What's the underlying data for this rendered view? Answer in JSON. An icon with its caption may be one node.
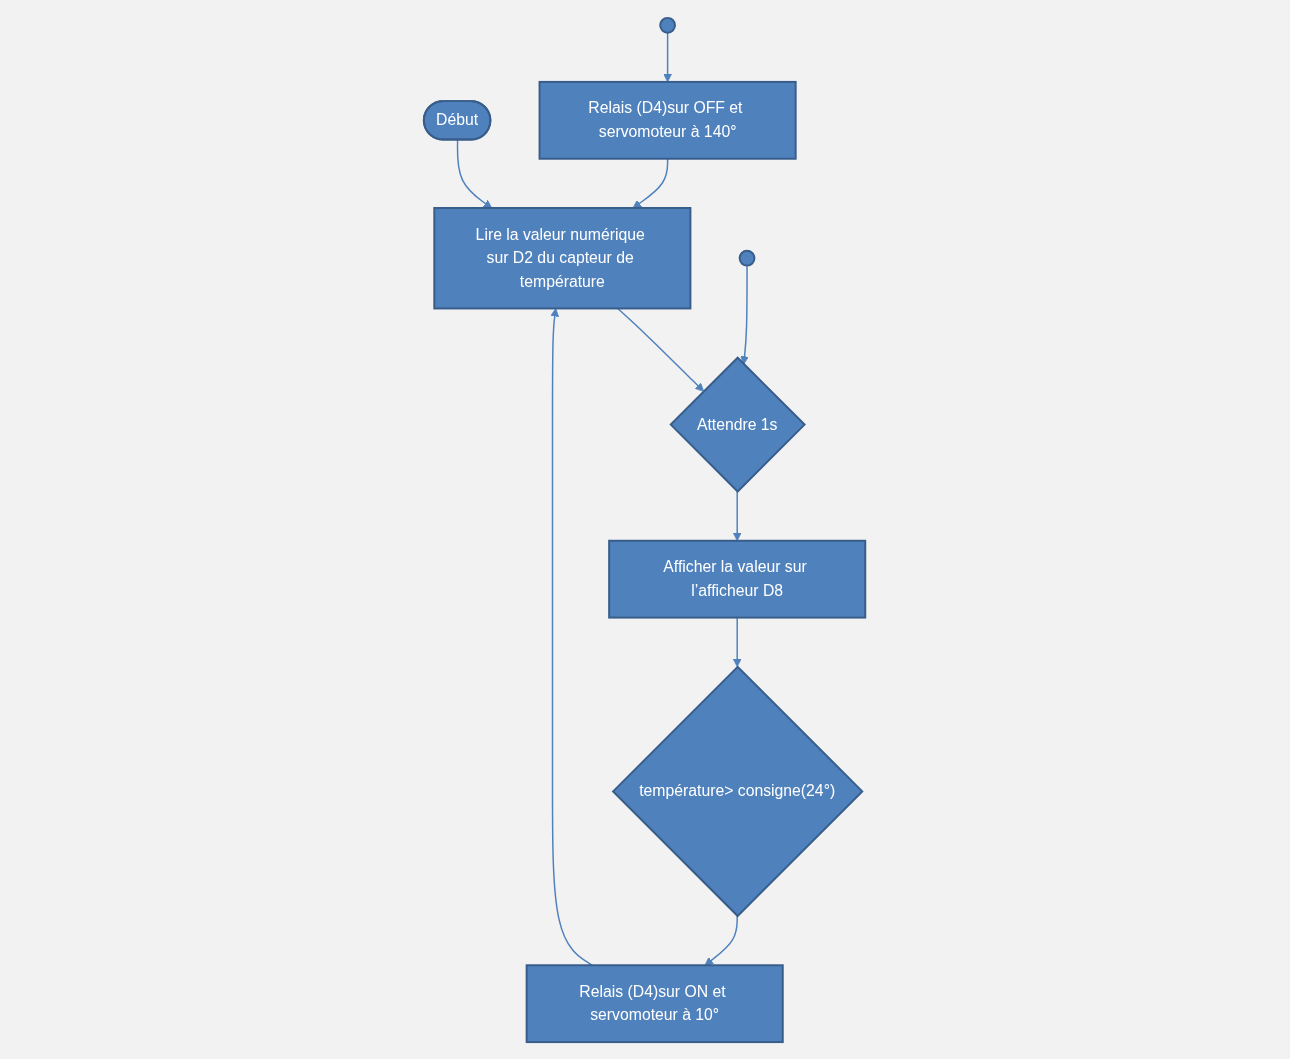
{
  "diagram": {
    "nodes": [
      {
        "text": [
          "Début"
        ]
      },
      {
        "text": [
          "Lire la valeur numérique sur D2 du capteur de température"
        ]
      },
      {
        "text": [
          "Attendre 1s"
        ]
      },
      {
        "text": [],
        "shape": "circle"
      },
      {
        "text": [
          "Afficher la valeur sur l’afficheur D8"
        ]
      },
      {
        "text": [
          "température> consigne(24°)"
        ]
      },
      {
        "text": [],
        "shape": "circle"
      },
      {
        "text": [
          "Relais (D4)sur OFF et servomoteur à 140°"
        ]
      },
      {
        "text": [
          "Relais (D4)sur ON et servomoteur à 10°"
        ]
      }
    ],
    "edges": [
      {
        "from": 0,
        "to": 1,
        "arrow": "to"
      },
      {
        "from": 1,
        "to": 2,
        "arrow": "to"
      },
      {
        "from": 3,
        "to": 2,
        "arrow": "to"
      },
      {
        "from": 2,
        "to": 4,
        "arrow": "to"
      },
      {
        "from": 4,
        "to": 5,
        "arrow": "to"
      },
      {
        "from": 6,
        "to": 7,
        "arrow": "to"
      },
      {
        "from": 5,
        "to": 8,
        "arrow": "to"
      },
      {
        "from": 7,
        "to": 1,
        "arrow": "to"
      },
      {
        "from": 8,
        "to": 1,
        "arrow": "to"
      }
    ]
  }
}
